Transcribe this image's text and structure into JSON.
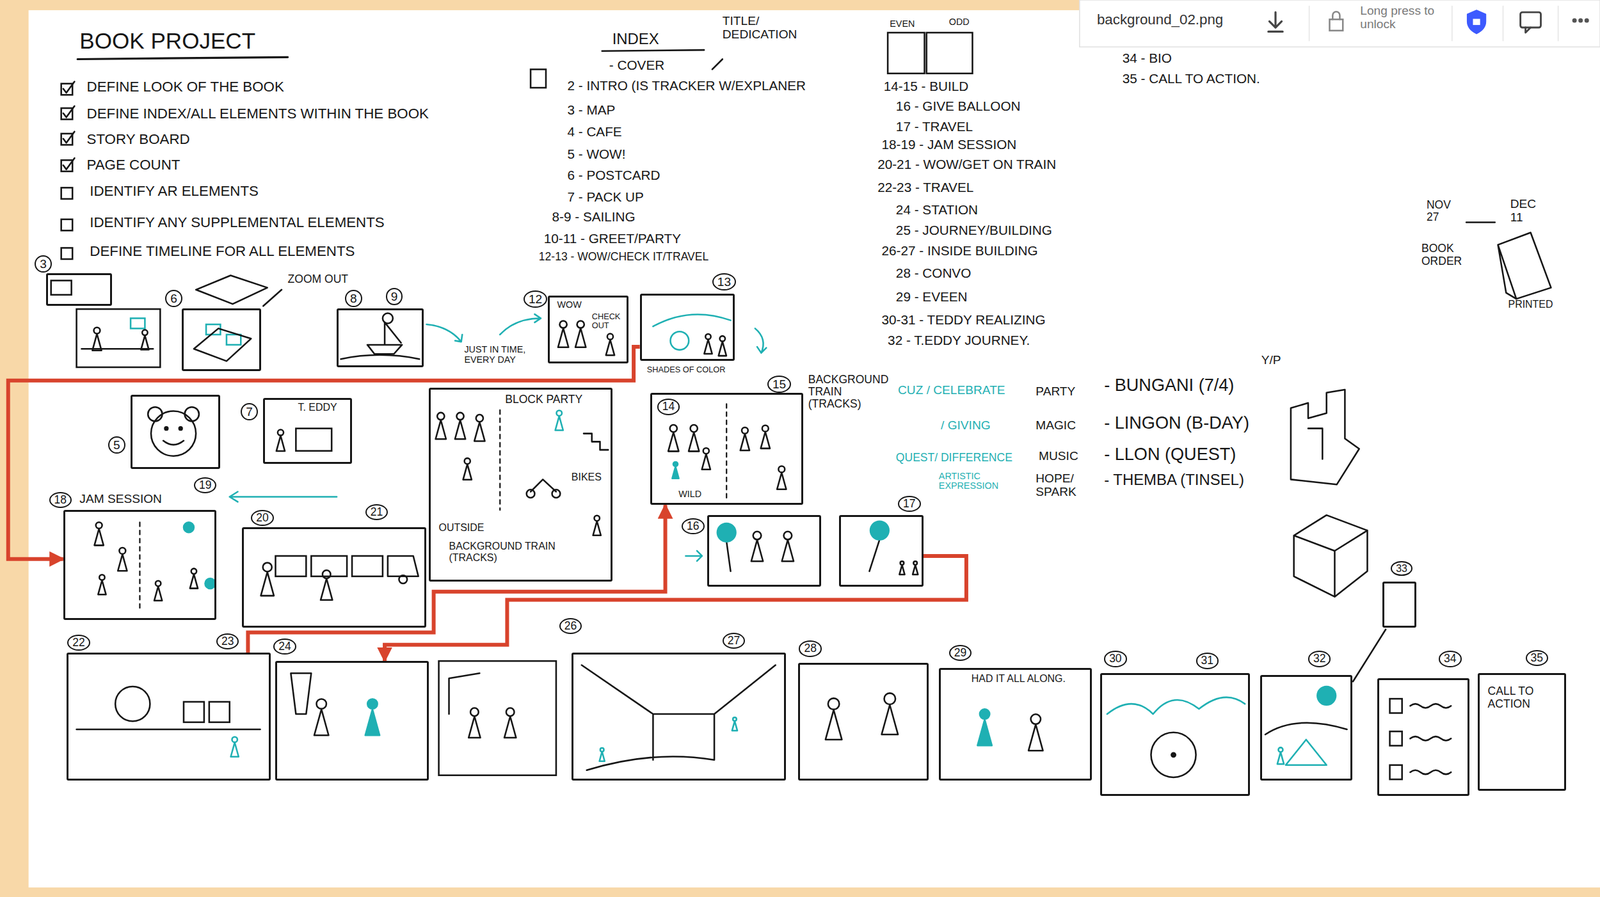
{
  "diagram": {
    "title": "BOOK PROJECT",
    "nodes": [
      {
        "text": [
          "3"
        ]
      },
      {
        "text": [
          "6"
        ]
      },
      {
        "text": [
          "8",
          "9"
        ]
      },
      {
        "text": [
          "12",
          "WOW",
          "CHECK OUT"
        ]
      },
      {
        "text": [
          "13",
          "SHADES OF COLOR"
        ]
      },
      {
        "text": [
          "5"
        ]
      },
      {
        "text": [
          "7",
          "T. EDDY"
        ]
      },
      {
        "text": [
          "BLOCK PARTY",
          "BIKES",
          "OUTSIDE",
          "BACKGROUND TRAIN (TRACKS)"
        ]
      },
      {
        "text": [
          "14",
          "15",
          "WILD"
        ]
      },
      {
        "text": [
          "16"
        ]
      },
      {
        "text": [
          "17"
        ]
      },
      {
        "text": [
          "18",
          "JAM SESSION",
          "19"
        ]
      },
      {
        "text": [
          "20",
          "21"
        ]
      },
      {
        "text": [
          "22",
          "23"
        ]
      },
      {
        "text": [
          "24"
        ]
      },
      {
        "text": [
          "26",
          "27"
        ]
      },
      {
        "text": [
          "28"
        ]
      },
      {
        "text": [
          "29",
          "HAD IT ALL ALONG."
        ]
      },
      {
        "text": [
          "30",
          "31"
        ]
      },
      {
        "text": [
          "32"
        ]
      },
      {
        "text": [
          "33"
        ]
      },
      {
        "text": [
          "34"
        ]
      },
      {
        "text": [
          "35",
          "CALL TO ACTION"
        ]
      }
    ],
    "edges": [
      {
        "from": 4,
        "to": 11,
        "arrow": "to"
      },
      {
        "from": 13,
        "to": 8,
        "arrow": "to"
      },
      {
        "from": 10,
        "to": 14,
        "arrow": "to"
      }
    ],
    "labels": [
      "DEFINE LOOK OF THE BOOK",
      "DEFINE INDEX/ALL ELEMENTS WITHIN THE BOOK",
      "STORY BOARD",
      "PAGE COUNT",
      "IDENTIFY AR ELEMENTS",
      "IDENTIFY ANY SUPPLEMENTAL ELEMENTS",
      "DEFINE TIMELINE FOR ALL ELEMENTS",
      "INDEX",
      "TITLE/ DEDICATION",
      "- COVER",
      "2 - INTRO (IS TRACKER W/EXPLANER",
      "3 - MAP",
      "4 - CAFE",
      "5 - WOW!",
      "6 - POSTCARD",
      "7 - PACK UP",
      "8-9 - SAILING",
      "10-11 - GREET/PARTY",
      "12-13 - WOW/CHECK IT/TRAVEL",
      "EVEN",
      "ODD",
      "14-15 - BUILD",
      "16 - GIVE BALLOON",
      "17 - TRAVEL",
      "18-19 - JAM SESSION",
      "20-21 - WOW/GET ON TRAIN",
      "22-23 - TRAVEL",
      "24 - STATION",
      "25 - JOURNEY/BUILDING",
      "26-27 - INSIDE BUILDING",
      "28 - CONVO",
      "29 - EVEEN",
      "30-31 - TEDDY REALIZING",
      "32 - T.EDDY JOURNEY.",
      "34 - BIO",
      "35 - CALL TO ACTION.",
      "background_02.png",
      "Long press to unlock",
      "NOV 27",
      "DEC 11",
      "BOOK ORDER",
      "PRINTED",
      "ZOOM OUT",
      "JUST IN TIME, EVERY DAY",
      "BACKGROUND TRAIN (TRACKS)",
      "CUZ / CELEBRATE",
      "PARTY",
      "- BUNGANI (7/4)",
      "Y/P",
      "/ GIVING",
      "MAGIC",
      "- LINGON (B-DAY)",
      "QUEST/ DIFFERENCE",
      "MUSIC",
      "- LLON (QUEST)",
      "ARTISTIC EXPRESSION",
      "HOPE/ SPARK",
      "- THEMBA (TINSEL)"
    ]
  }
}
